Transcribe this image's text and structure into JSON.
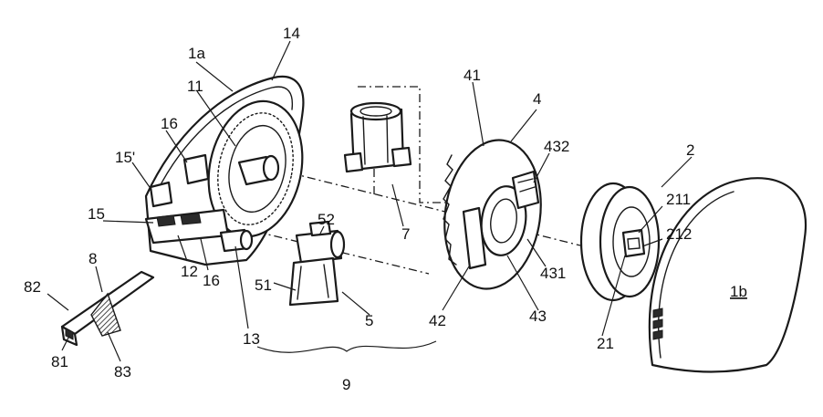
{
  "labels": {
    "l1a": "1a",
    "l14": "14",
    "l11": "11",
    "l16a": "16",
    "l15p": "15'",
    "l15": "15",
    "l12": "12",
    "l16b": "16",
    "l13": "13",
    "l52": "52",
    "l51": "51",
    "l5": "5",
    "l7": "7",
    "l8": "8",
    "l82": "82",
    "l81": "81",
    "l83": "83",
    "l9": "9",
    "l41": "41",
    "l4": "4",
    "l432": "432",
    "l431": "431",
    "l42": "42",
    "l43": "43",
    "l2": "2",
    "l211": "211",
    "l212": "212",
    "l21": "21",
    "l1b": "1b"
  }
}
